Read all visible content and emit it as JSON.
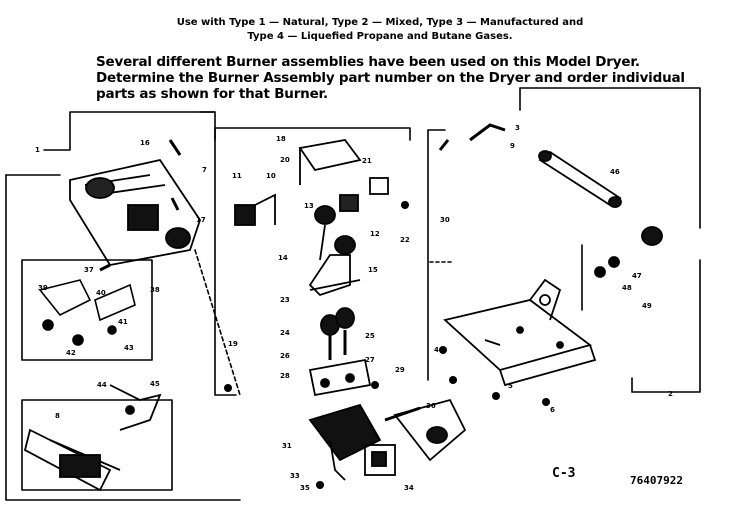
{
  "header": {
    "line1": "Use with Type 1 — Natural, Type 2 — Mixed, Type 3 — Manufactured and",
    "line2": "Type 4 — Liquefied Propane and Butane Gases.",
    "note1": "Several different Burner assemblies have been used on this Model Dryer.",
    "note2": "Determine the Burner Assembly part number on the Dryer and order individual",
    "note3": "parts as shown for that Burner."
  },
  "callouts": [
    "1",
    "16",
    "7",
    "17",
    "18",
    "20",
    "11",
    "10",
    "21",
    "12",
    "13",
    "22",
    "14",
    "15",
    "19",
    "23",
    "24",
    "25",
    "26",
    "27",
    "28",
    "29",
    "30",
    "31",
    "33",
    "34",
    "35",
    "36",
    "37",
    "38",
    "39",
    "40",
    "41",
    "42",
    "43",
    "44",
    "45",
    "46",
    "47",
    "48",
    "49",
    "2",
    "3",
    "4",
    "5",
    "6",
    "8",
    "9"
  ],
  "footer": {
    "page_code": "C-3",
    "drawing_number": "76407922"
  }
}
